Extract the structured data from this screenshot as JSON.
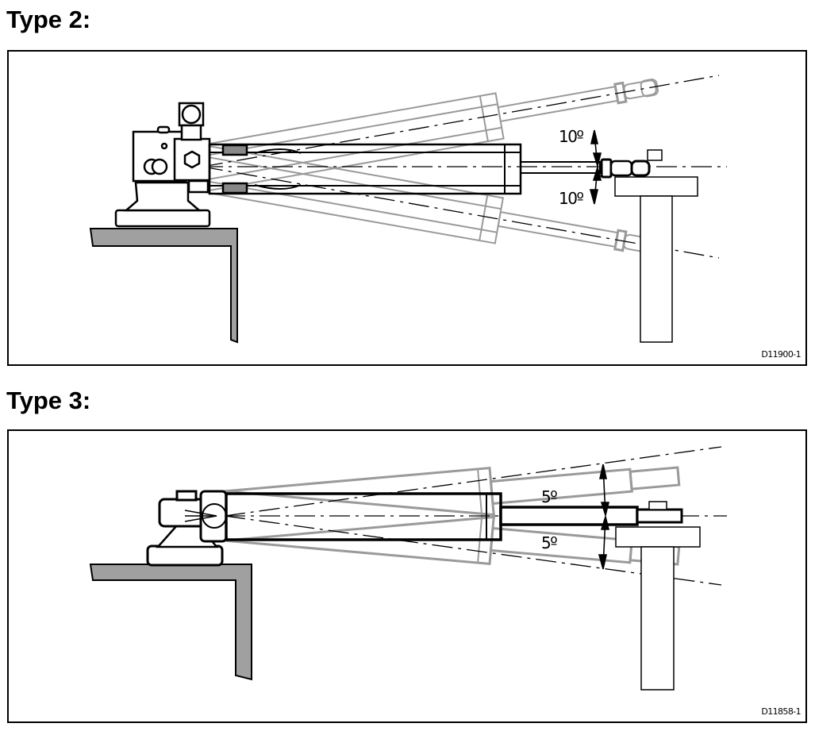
{
  "figures": [
    {
      "heading": "Type 2:",
      "angle_upper": "10º",
      "angle_lower": "10º",
      "drawing_code": "D11900-1",
      "angle_degrees": 10
    },
    {
      "heading": "Type 3:",
      "angle_upper": "5º",
      "angle_lower": "5º",
      "drawing_code": "D11858-1",
      "angle_degrees": 5
    }
  ],
  "colors": {
    "ink": "#000000",
    "ghost_position": "#9a9a9a",
    "mount_surface": "#a0a0a0",
    "background": "#ffffff"
  }
}
